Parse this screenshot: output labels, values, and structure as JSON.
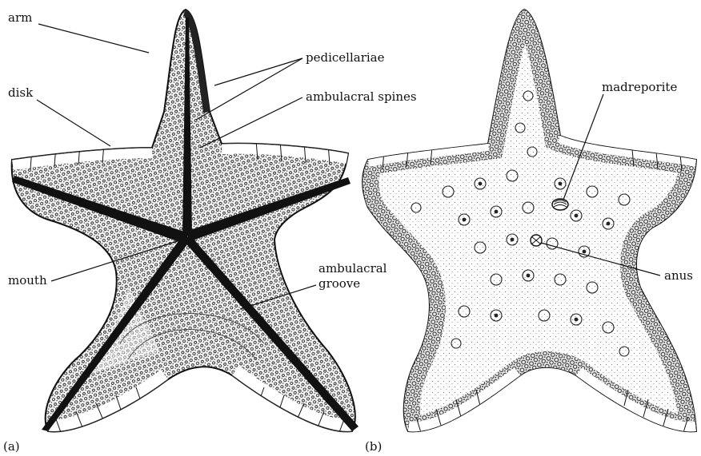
{
  "panel_a": {
    "caption": "(a)",
    "labels": {
      "arm": "arm",
      "disk": "disk",
      "pedicellariae": "pedicellariae",
      "ambulacral_spines": "ambulacral spines",
      "mouth": "mouth",
      "ambulacral_groove_line1": "ambulacral",
      "ambulacral_groove_line2": "groove"
    }
  },
  "panel_b": {
    "caption": "(b)",
    "labels": {
      "madreporite": "madreporite",
      "anus": "anus"
    }
  },
  "colors": {
    "ink": "#111111",
    "paper": "#ffffff",
    "stipple": "#2a2a2a"
  }
}
